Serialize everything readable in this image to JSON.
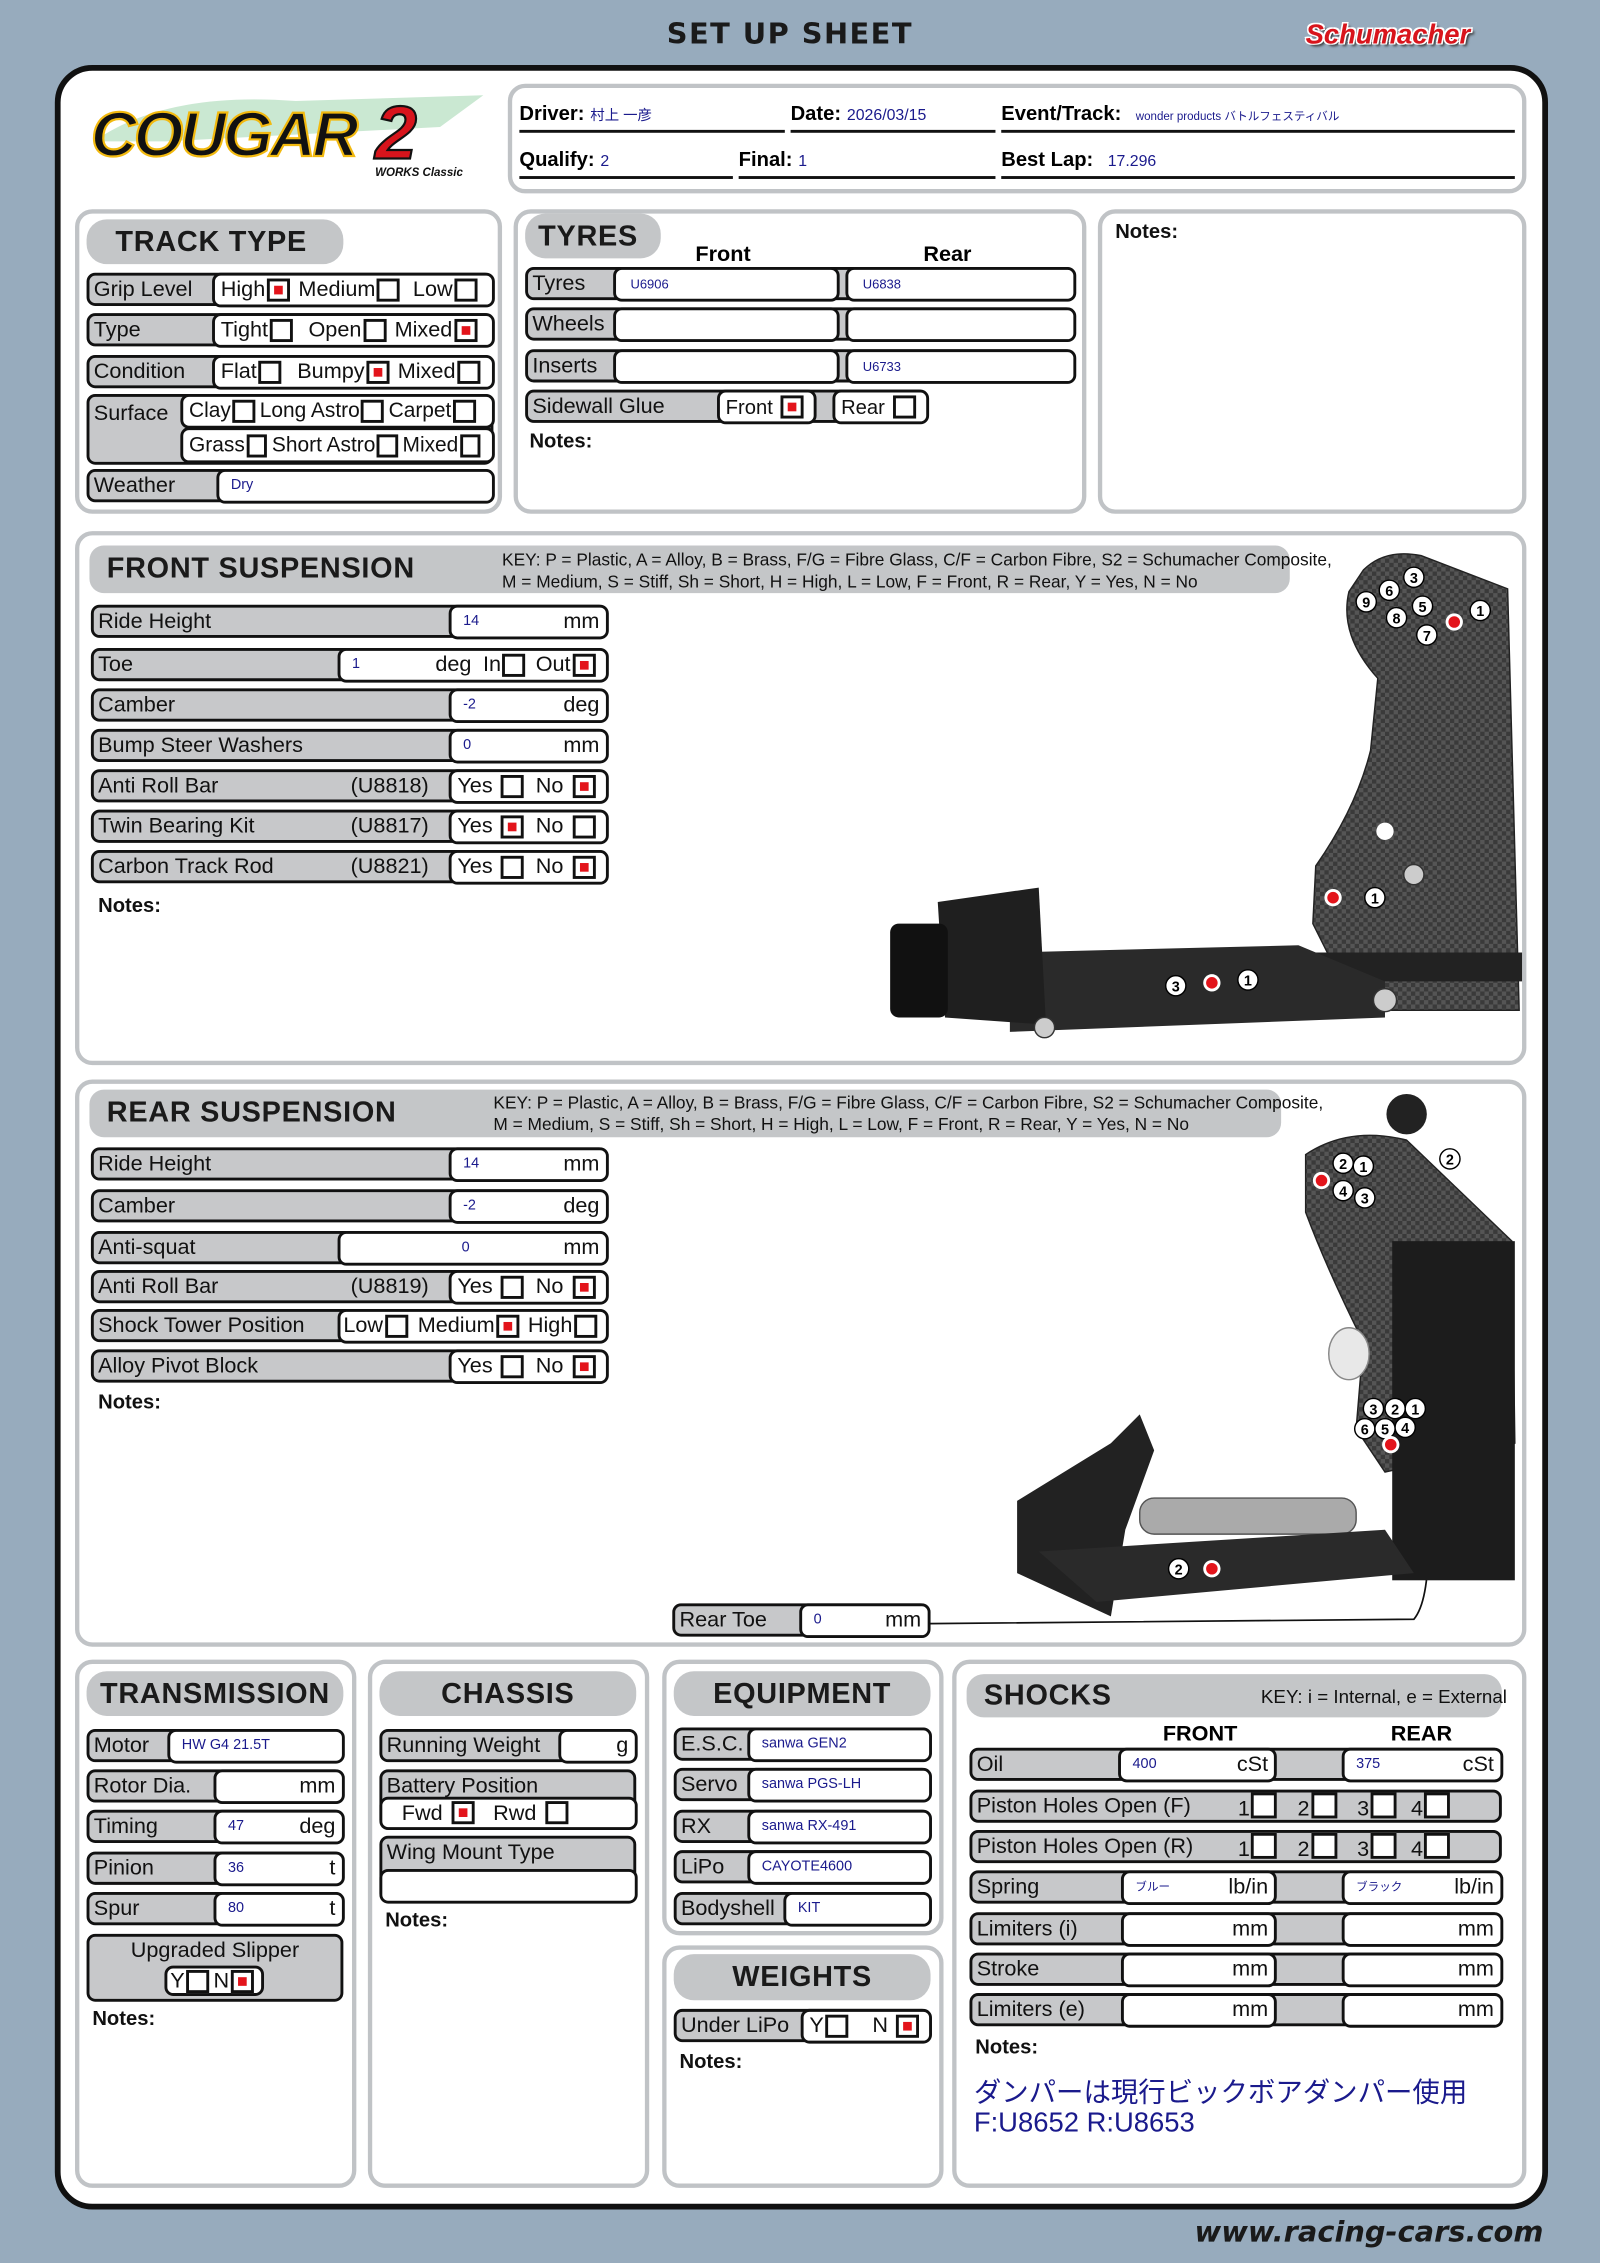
{
  "title": "SET UP SHEET",
  "brand": "Schumacher",
  "logo": {
    "text": "COUGAR 2",
    "sub": "WORKS Classic"
  },
  "footer": "www.racing-cars.com",
  "header": {
    "driver_label": "Driver:",
    "driver": "村上 一彦",
    "date_label": "Date:",
    "date": "2026/03/15",
    "event_label": "Event/Track:",
    "event": "wonder products バトルフェスティバル",
    "qualify_label": "Qualify:",
    "qualify": "2",
    "final_label": "Final:",
    "final": "1",
    "bestlap_label": "Best Lap:",
    "bestlap": "17.296"
  },
  "notes_label": "Notes:",
  "track_type": {
    "title": "TRACK TYPE",
    "grip": {
      "label": "Grip Level",
      "opts": [
        "High",
        "Medium",
        "Low"
      ],
      "checked": "High"
    },
    "type": {
      "label": "Type",
      "opts": [
        "Tight",
        "Open",
        "Mixed"
      ],
      "checked": "Mixed"
    },
    "condition": {
      "label": "Condition",
      "opts": [
        "Flat",
        "Bumpy",
        "Mixed"
      ],
      "checked": "Bumpy"
    },
    "surface": {
      "label": "Surface",
      "opts": [
        "Clay",
        "Long Astro",
        "Carpet",
        "Grass",
        "Short Astro",
        "Mixed"
      ],
      "checked": null
    },
    "weather": {
      "label": "Weather",
      "value": "Dry"
    }
  },
  "tyres": {
    "title": "TYRES",
    "front": "Front",
    "rear": "Rear",
    "rows": [
      {
        "label": "Tyres",
        "front": "U6906",
        "rear": "U6838"
      },
      {
        "label": "Wheels",
        "front": "",
        "rear": ""
      },
      {
        "label": "Inserts",
        "front": "",
        "rear": "U6733"
      }
    ],
    "sidewall": {
      "label": "Sidewall Glue",
      "front": "Front",
      "rear": "Rear",
      "checked": "Front"
    }
  },
  "key_text": {
    "line1": "KEY:  P = Plastic, A = Alloy, B = Brass, F/G = Fibre Glass, C/F = Carbon Fibre, S2 = Schumacher Composite,",
    "line2": "M = Medium, S = Stiff, Sh = Short, H = High, L = Low, F = Front, R = Rear, Y = Yes, N = No"
  },
  "front_suspension": {
    "title": "FRONT SUSPENSION",
    "ride_height": {
      "label": "Ride Height",
      "value": "14",
      "unit": "mm"
    },
    "toe": {
      "label": "Toe",
      "value": "1",
      "unit": "deg",
      "in": "In",
      "out": "Out",
      "checked": "Out"
    },
    "camber": {
      "label": "Camber",
      "value": "-2",
      "unit": "deg"
    },
    "bump_steer": {
      "label": "Bump Steer Washers",
      "value": "0",
      "unit": "mm"
    },
    "anti_roll": {
      "label": "Anti Roll Bar",
      "part": "(U8818)",
      "checked": "No"
    },
    "twin_bearing": {
      "label": "Twin Bearing Kit",
      "part": "(U8817)",
      "checked": "Yes"
    },
    "carbon_rod": {
      "label": "Carbon Track Rod",
      "part": "(U8821)",
      "checked": "No"
    },
    "yes": "Yes",
    "no": "No",
    "diagram_numbers": [
      "9",
      "6",
      "3",
      "5",
      "8",
      "7",
      "1",
      "1",
      "3",
      "1"
    ]
  },
  "rear_suspension": {
    "title": "REAR SUSPENSION",
    "ride_height": {
      "label": "Ride Height",
      "value": "14",
      "unit": "mm"
    },
    "camber": {
      "label": "Camber",
      "value": "-2",
      "unit": "deg"
    },
    "anti_squat": {
      "label": "Anti-squat",
      "value": "0",
      "unit": "mm"
    },
    "anti_roll": {
      "label": "Anti Roll Bar",
      "part": "(U8819)",
      "checked": "No"
    },
    "shock_tower": {
      "label": "Shock Tower Position",
      "opts": [
        "Low",
        "Medium",
        "High"
      ],
      "checked": "Medium"
    },
    "pivot_block": {
      "label": "Alloy Pivot Block",
      "checked": "No"
    },
    "rear_toe": {
      "label": "Rear Toe",
      "value": "0",
      "unit": "mm"
    },
    "yes": "Yes",
    "no": "No"
  },
  "transmission": {
    "title": "TRANSMISSION",
    "motor": {
      "label": "Motor",
      "value": "HW G4 21.5T"
    },
    "rotor": {
      "label": "Rotor Dia.",
      "value": "",
      "unit": "mm"
    },
    "timing": {
      "label": "Timing",
      "value": "47",
      "unit": "deg"
    },
    "pinion": {
      "label": "Pinion",
      "value": "36",
      "unit": "t"
    },
    "spur": {
      "label": "Spur",
      "value": "80",
      "unit": "t"
    },
    "slipper": {
      "label": "Upgraded Slipper",
      "y": "Y",
      "n": "N",
      "checked": "N"
    }
  },
  "chassis": {
    "title": "CHASSIS",
    "running_weight": {
      "label": "Running Weight",
      "value": "",
      "unit": "g"
    },
    "battery": {
      "label": "Battery Position",
      "fwd": "Fwd",
      "rwd": "Rwd",
      "checked": "Fwd"
    },
    "wing": {
      "label": "Wing Mount Type",
      "value": ""
    }
  },
  "equipment": {
    "title": "EQUIPMENT",
    "rows": [
      {
        "label": "E.S.C.",
        "value": "sanwa GEN2"
      },
      {
        "label": "Servo",
        "value": "sanwa PGS-LH"
      },
      {
        "label": "RX",
        "value": "sanwa RX-491"
      },
      {
        "label": "LiPo",
        "value": "CAYOTE4600"
      },
      {
        "label": "Bodyshell",
        "value": "KIT"
      }
    ]
  },
  "weights": {
    "title": "WEIGHTS",
    "under_lipo": {
      "label": "Under LiPo",
      "y": "Y",
      "n": "N",
      "checked": "N"
    }
  },
  "shocks": {
    "title": "SHOCKS",
    "key": "KEY:  i = Internal, e = External",
    "front": "FRONT",
    "rear": "REAR",
    "oil": {
      "label": "Oil",
      "front": "400",
      "rear": "375",
      "unit": "cSt"
    },
    "piston_f": {
      "label": "Piston Holes Open (F)",
      "holes": [
        "1",
        "2",
        "3",
        "4"
      ]
    },
    "piston_r": {
      "label": "Piston Holes Open (R)",
      "holes": [
        "1",
        "2",
        "3",
        "4"
      ]
    },
    "spring": {
      "label": "Spring",
      "front": "ブルー",
      "rear": "ブラック",
      "unit": "lb/in"
    },
    "limiters_i": {
      "label": "Limiters (i)",
      "unit": "mm"
    },
    "stroke": {
      "label": "Stroke",
      "unit": "mm"
    },
    "limiters_e": {
      "label": "Limiters (e)",
      "unit": "mm"
    },
    "note_line1": "ダンパーは現行ビックボアダンパー使用",
    "note_line2": "F:U8652  R:U8653"
  }
}
